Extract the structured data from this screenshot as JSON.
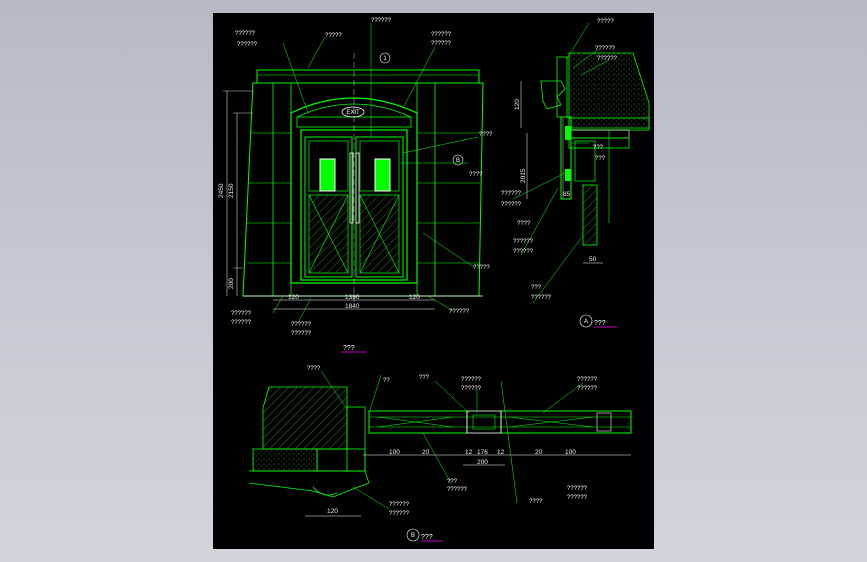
{
  "colors": {
    "background": "#c4c7d1",
    "sheet": "#000000",
    "line_green": "#00ff00",
    "line_white": "#ffffff",
    "hatch_green": "#3dd13d",
    "underline_magenta": "#ff00ff"
  },
  "elevation": {
    "top_notes": [
      "??????",
      "??????",
      "?????",
      "??????",
      "??????"
    ],
    "exit_sign": "EXIT",
    "axis_marker": "1",
    "right_notes": [
      "????",
      "????",
      "?????"
    ],
    "left_dims": [
      "2450",
      "2150",
      "200"
    ],
    "bottom_dims": [
      "120",
      "1390",
      "120",
      "1840"
    ],
    "bottom_notes_left": [
      "??????",
      "??????"
    ],
    "bottom_notes_mid": [
      "??????",
      "??????"
    ],
    "bottom_note_right": "??????",
    "title": "???",
    "callout_a": "A",
    "callout_b": "B"
  },
  "section_a": {
    "top_notes": [
      "?????",
      "??????",
      "??????"
    ],
    "dims_left": [
      "120",
      "2015"
    ],
    "right_notes": [
      "???",
      "???"
    ],
    "left_notes": [
      "??????",
      "????",
      "??????",
      "??????",
      "???",
      "??????"
    ],
    "dim_bottom": "50",
    "dim_mid": "85",
    "title": "???",
    "label": "A"
  },
  "plan_b": {
    "top_notes": [
      "????",
      "??",
      "???",
      "??????",
      "??????",
      "??????",
      "??????"
    ],
    "dims": [
      "100",
      "20",
      "12",
      "176",
      "12",
      "20",
      "100",
      "200"
    ],
    "bottom_notes": [
      "??????",
      "???",
      "??????",
      "????",
      "??????",
      "??????"
    ],
    "dim_120": "120",
    "title": "???",
    "label": "B"
  }
}
